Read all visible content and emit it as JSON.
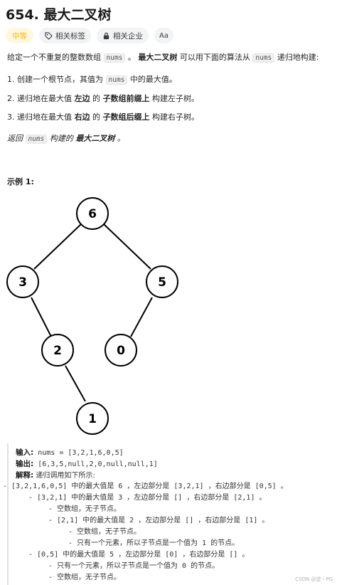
{
  "problem": {
    "title": "654. 最大二叉树",
    "difficulty": "中等",
    "related_tags": "相关标签",
    "related_companies": "相关企业",
    "font_toggle": "Aa"
  },
  "description": {
    "intro_a": "给定一个不重复的整数数组 ",
    "intro_code": "nums",
    "intro_b": " 。 ",
    "intro_bold": "最大二叉树",
    "intro_c": " 可以用下面的算法从 ",
    "intro_code2": "nums",
    "intro_d": " 递归地构建:",
    "step1_a": "1. 创建一个根节点，其值为 ",
    "step1_code": "nums",
    "step1_b": " 中的最大值。",
    "step2_a": "2. 递归地在最大值 ",
    "step2_bold1": "左边",
    "step2_b": " 的 ",
    "step2_bold2": "子数组前缀上",
    "step2_c": " 构建左子树。",
    "step3_a": "3. 递归地在最大值 ",
    "step3_bold1": "右边",
    "step3_b": " 的 ",
    "step3_bold2": "子数组后缀上",
    "step3_c": " 构建右子树。",
    "return_a": "返回 ",
    "return_code": "nums",
    "return_b": " 构建的 ",
    "return_bold": "最大二叉树",
    "return_c": " 。"
  },
  "example": {
    "title": "示例 1:",
    "tree": {
      "nodes": [
        "6",
        "3",
        "5",
        "2",
        "0",
        "1"
      ]
    },
    "input_label": "输入:",
    "input_value": " nums = [3,2,1,6,0,5]",
    "output_label": "输出:",
    "output_value": " [6,3,5,null,2,0,null,null,1]",
    "explain_label": "解释:",
    "explain_text": " 递归调用如下所示:",
    "lines": [
      "- [3,2,1,6,0,5] 中的最大值是 6 ，左边部分是 [3,2,1] ，右边部分是 [0,5] 。",
      "- [3,2,1] 中的最大值是 3 ，左边部分是 [] ，右边部分是 [2,1] 。",
      "- 空数组，无子节点。",
      "- [2,1] 中的最大值是 2 ，左边部分是 [] ，右边部分是 [1] 。",
      "- 空数组，无子节点。",
      "- 只有一个元素，所以子节点是一个值为 1 的节点。",
      "- [0,5] 中的最大值是 5 ，左边部分是 [0] ，右边部分是 [] 。",
      "- 只有一个元素，所以子节点是一个值为 0 的节点。",
      "- 空数组，无子节点。"
    ]
  },
  "watermark": "CSDN @逆丶PG",
  "colors": {
    "difficulty_medium": "#ffb800",
    "tag_bg": "#f2f3f4"
  }
}
